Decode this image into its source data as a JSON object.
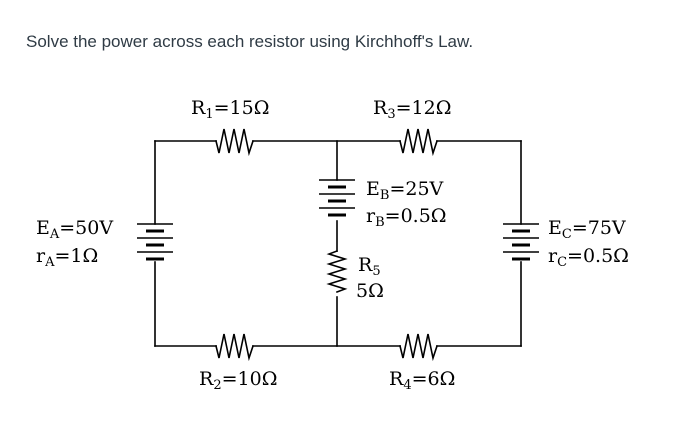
{
  "question": "Solve the power across each resistor using Kirchhoff's  Law.",
  "circuit": {
    "r1": {
      "main": "R",
      "sub": "1",
      "rest": "=15Ω"
    },
    "r3": {
      "main": "R",
      "sub": "3",
      "rest": "=12Ω"
    },
    "r2": {
      "main": "R",
      "sub": "2",
      "rest": "=10Ω"
    },
    "r4": {
      "main": "R",
      "sub": "4",
      "rest": "=6Ω"
    },
    "r5": {
      "main": "R",
      "sub": "5",
      "value": "5Ω"
    },
    "ea": {
      "main": "E",
      "sub": "A",
      "rest": "=50V"
    },
    "ra": {
      "main": "r",
      "sub": "A",
      "rest": "=1Ω"
    },
    "eb": {
      "main": "E",
      "sub": "B",
      "rest": "=25V"
    },
    "rb": {
      "main": "r",
      "sub": "B",
      "rest": "=0.5Ω"
    },
    "ec": {
      "main": "E",
      "sub": "C",
      "rest": "=75V"
    },
    "rc": {
      "main": "r",
      "sub": "C",
      "rest": "=0.5Ω"
    }
  }
}
